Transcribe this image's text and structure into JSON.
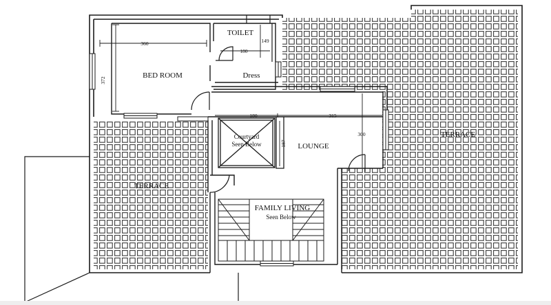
{
  "rooms": {
    "bedroom": "BED ROOM",
    "toilet": "TOILET",
    "dress": "Dress",
    "lounge": "LOUNGE",
    "terrace_left": "TERRACE",
    "terrace_right": "TERRACE",
    "courtyard_line1": "Courtyard",
    "courtyard_line2": "Seen Below",
    "family_line1": "FAMILY LIVING",
    "family_line2": "Seen Below"
  },
  "dimensions": {
    "bedroom_width": "360",
    "bedroom_depth": "372",
    "toilet_depth": "149",
    "toilet_width": "180",
    "lounge_width_a": "180",
    "lounge_width_b": "315",
    "courtyard_depth": "187",
    "lounge_depth": "300"
  },
  "colors": {
    "line": "#1a1a1a",
    "tile": "#3a3a3a",
    "background": "#ffffff",
    "footer": "#eeeeee"
  }
}
